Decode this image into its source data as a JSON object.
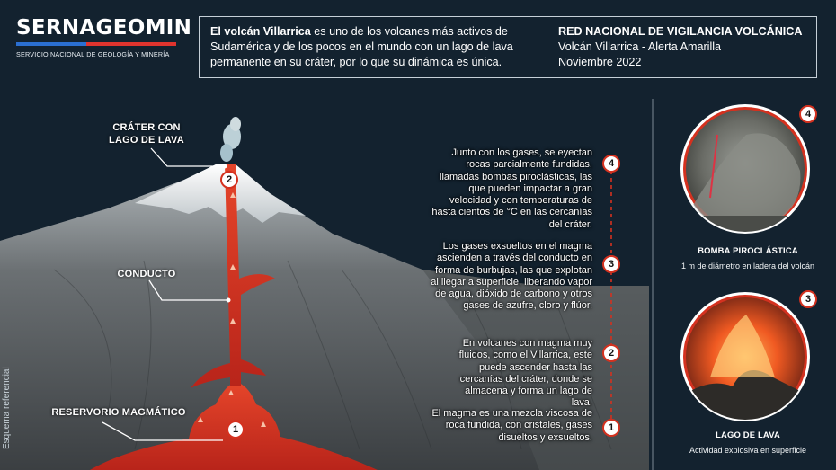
{
  "header": {
    "logo_word": "SERNAGEOMIN",
    "logo_subtitle": "SERVICIO NACIONAL DE GEOLOGÍA Y MINERÍA",
    "intro_bold": "El volcán Villarrica",
    "intro_rest": " es uno de los volcanes más activos de Sudamérica y de los pocos en el mundo con un lago de lava permanente en su cráter, por lo que su dinámica es única.",
    "network_title": "RED NACIONAL DE VIGILANCIA VOLCÁNICA",
    "network_line2": "Volcán Villarrica - Alerta Amarilla",
    "network_line3": "Noviembre 2022"
  },
  "callouts": {
    "crater": "CRÁTER CON\nLAGO DE LAVA",
    "conduit": "CONDUCTO",
    "reservoir": "RESERVORIO MAGMÁTICO"
  },
  "steps": [
    {
      "number": "4",
      "text": "Junto con los gases, se eyectan rocas parcialmente fundidas, llamadas bombas piroclásticas, las que pueden impactar a gran velocidad y con temperaturas de hasta cientos de °C en las cercanías del cráter."
    },
    {
      "number": "3",
      "text": "Los gases exsueltos en el magma ascienden a través del conducto en forma de burbujas, las que explotan al llegar a superficie, liberando vapor de agua, dióxido de carbono y otros gases de azufre, cloro y flúor."
    },
    {
      "number": "2",
      "text": "En volcanes con magma muy fluidos, como el Villarrica, este puede ascender hasta las cercanías del cráter, donde se almacena y forma un lago de lava."
    },
    {
      "number": "1",
      "text": "El magma es una mezcla viscosa de roca fundida, con cristales, gases disueltos y exsueltos."
    }
  ],
  "volcano_badges": [
    "2",
    "1"
  ],
  "photos": [
    {
      "number": "4",
      "title": "BOMBA PIROCLÁSTICA",
      "description": "1 m de diámetro en ladera del volcán"
    },
    {
      "number": "3",
      "title": "LAGO DE LAVA",
      "description": "Actividad explosiva en superficie"
    }
  ],
  "footnote": "Esquema referencial",
  "colors": {
    "background": "#13222f",
    "lava": "#d4311f",
    "logo_blue": "#2b6fd1",
    "logo_red": "#e0342e"
  }
}
